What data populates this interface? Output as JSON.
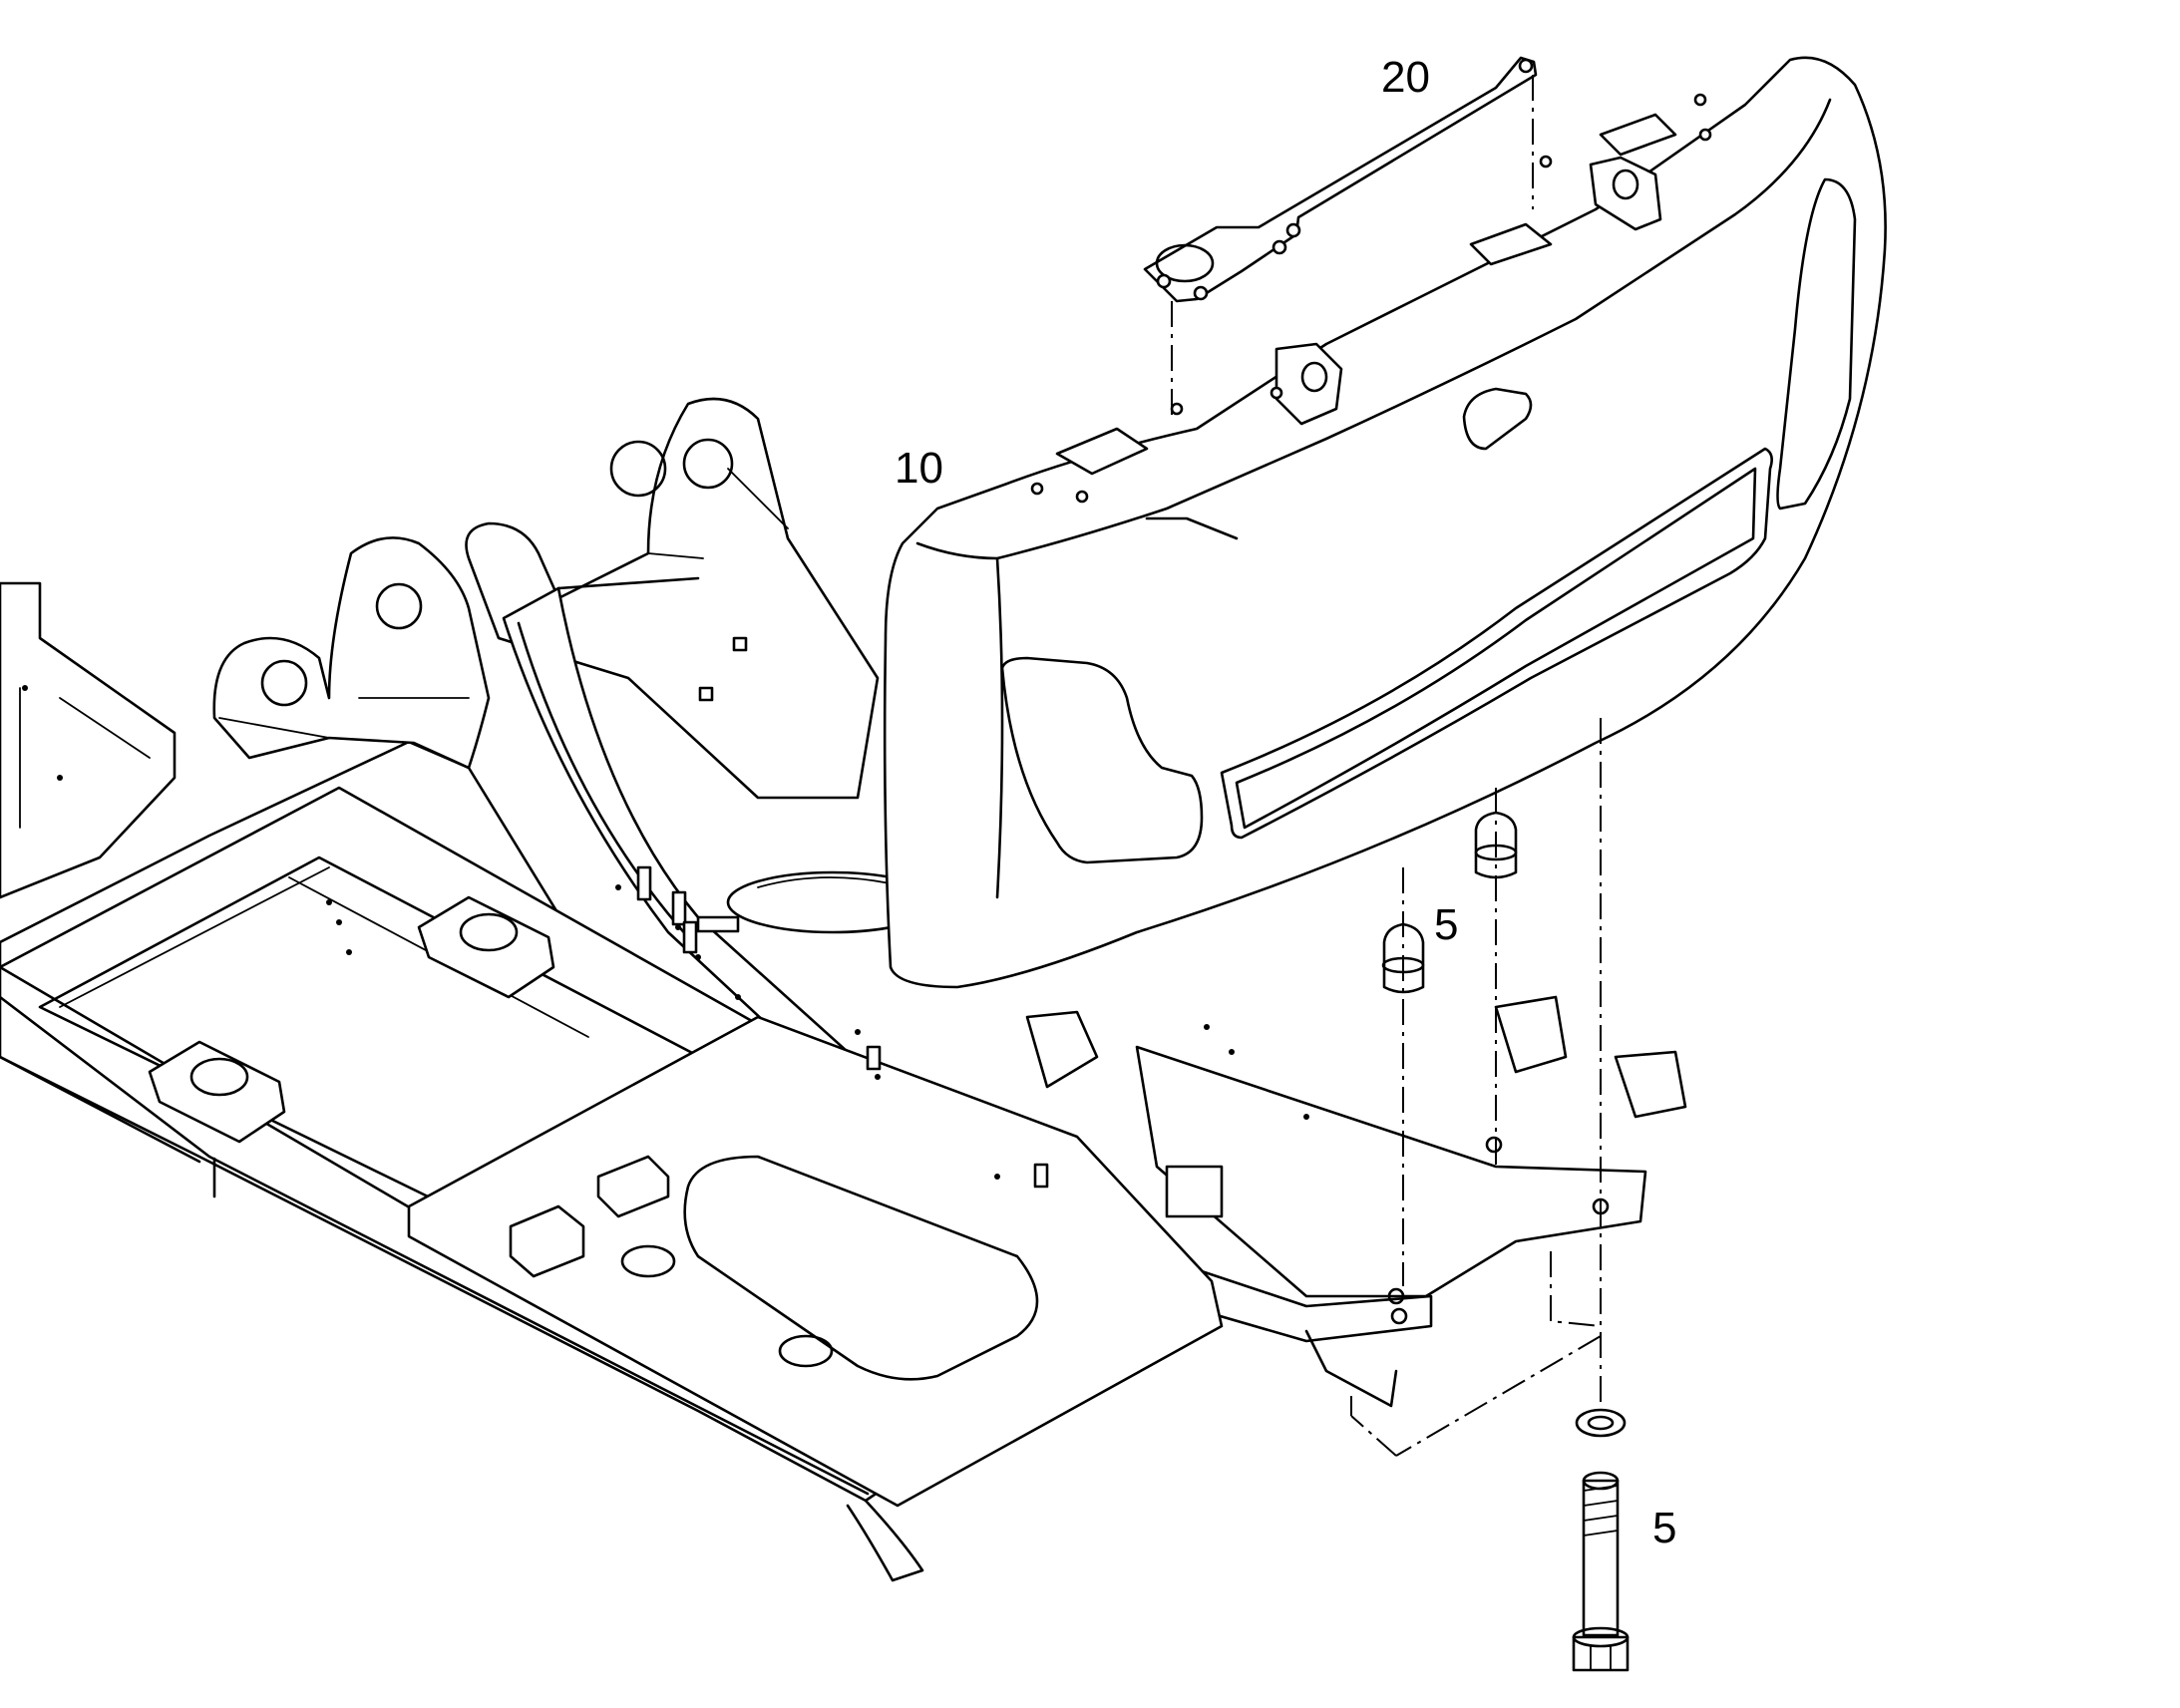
{
  "callouts": {
    "plate_label": "20",
    "counterweight_label": "10",
    "upper_bolt_label": "5",
    "lower_bolt_label": "5"
  }
}
